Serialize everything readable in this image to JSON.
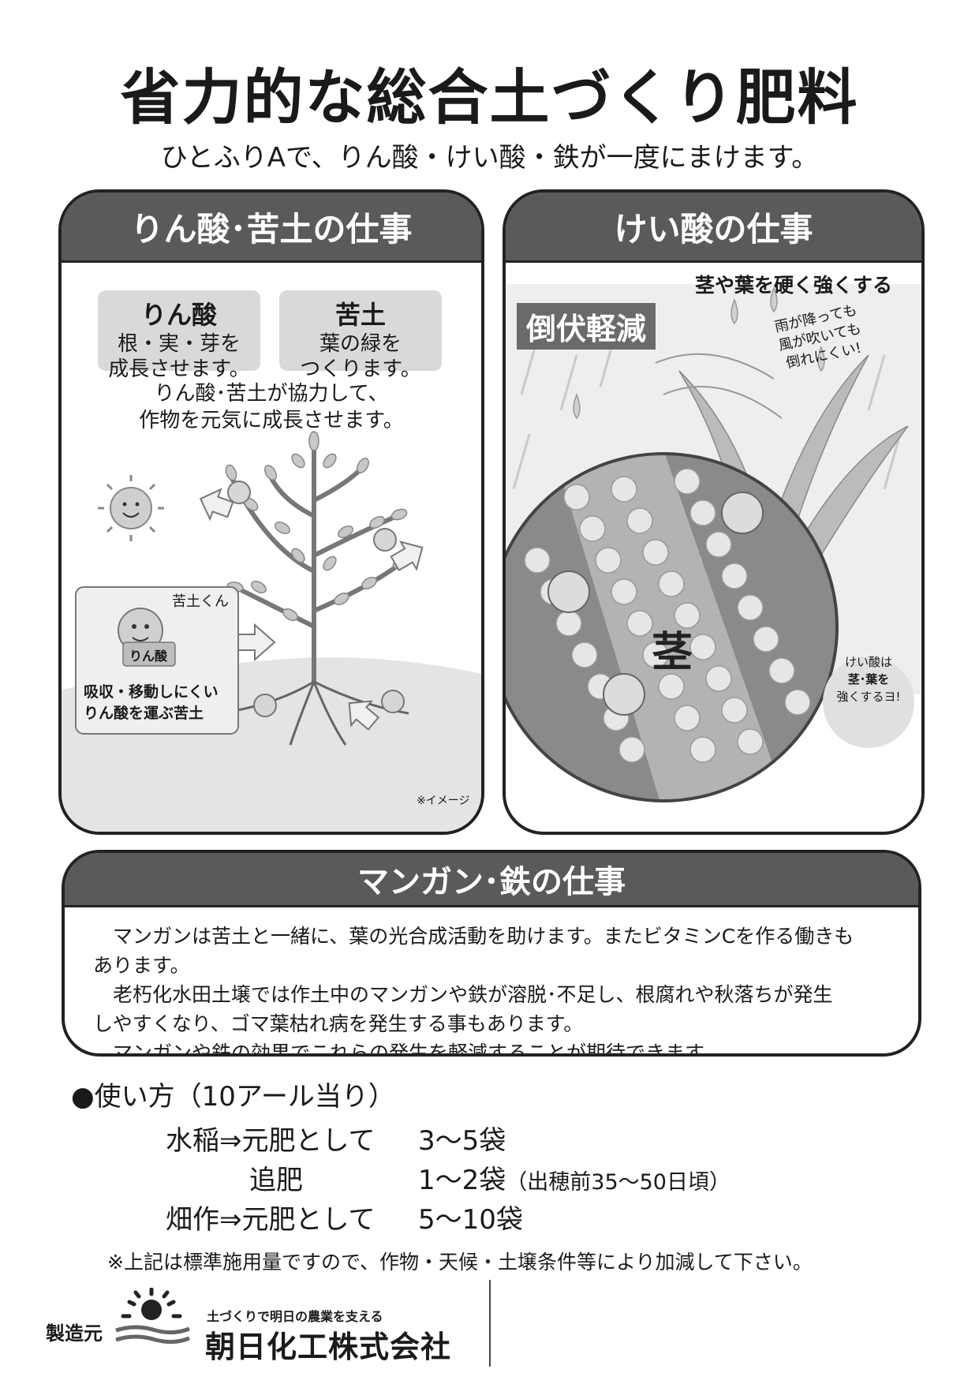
{
  "title": "省力的な総合土づくり肥料",
  "subtitle": "ひとふりAで、りん酸・けい酸・鉄が一度にまけます。",
  "panel_rinsan": {
    "header": "りん酸･苦土の仕事",
    "box1_title": "りん酸",
    "box1_line1": "根・実・芽を",
    "box1_line2": "成長させます。",
    "box2_title": "苦土",
    "box2_line1": "葉の緑を",
    "box2_line2": "つくります。",
    "desc_line1": "りん酸･苦土が協力して、",
    "desc_line2": "作物を元気に成長させます。",
    "char_label": "苦土くん",
    "char_bag": "りん酸",
    "inset_line1": "吸収・移動しにくい",
    "inset_line2": "りん酸を運ぶ苦土",
    "image_note": "※イメージ"
  },
  "panel_keisan": {
    "header": "けい酸の仕事",
    "tagline": "茎や葉を硬く強くする",
    "badge": "倒伏軽減",
    "bubble_line1": "雨が降っても",
    "bubble_line2": "風が吹いても",
    "bubble_line3": "倒れにくい!",
    "stem_label": "茎",
    "callout_line1": "けい酸は",
    "callout_line2": "茎･葉を",
    "callout_line3": "強くするヨ!"
  },
  "panel_mangan": {
    "header": "マンガン･鉄の仕事",
    "p1_line1": "マンガンは苦土と一緒に、葉の光合成活動を助けます。またビタミンCを作る働きも",
    "p1_line2": "あります。",
    "p2_line1": "老朽化水田土壌では作土中のマンガンや鉄が溶脱･不足し、根腐れや秋落ちが発生",
    "p2_line2": "しやすくなり、ゴマ葉枯れ病を発生する事もあります。",
    "p3_line1": "マンガンや鉄の効果でこれらの発生を軽減することが期待できます。"
  },
  "usage": {
    "heading": "●使い方（10アール当り）",
    "rows": [
      {
        "label": "水稲⇒元肥として",
        "amount": "3〜5袋",
        "note": ""
      },
      {
        "label": "追肥",
        "amount": "1〜2袋",
        "note": "（出穂前35〜50日頃）"
      },
      {
        "label": "畑作⇒元肥として",
        "amount": "5〜10袋",
        "note": ""
      }
    ],
    "footnote": "※上記は標準施用量ですので、作物・天候・土壌条件等により加減して下さい。"
  },
  "footer": {
    "maker_label": "製造元",
    "slogan": "土づくりで明日の農業を支える",
    "company": "朝日化工株式会社"
  }
}
